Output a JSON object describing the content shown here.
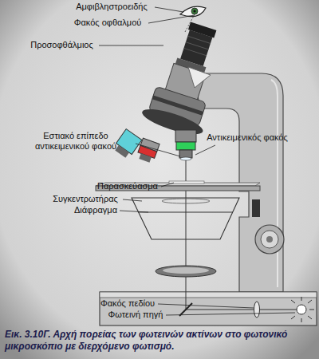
{
  "diagram": {
    "caption": "Εικ. 3.10Γ. Αρχή πορείας των φωτεινών ακτίνων στο φωτονικό μικροσκόπιο με διερχόμενο φωτισμό.",
    "labels": [
      "Αμφιβληστροειδής",
      "Φακός οφθαλμού",
      "Προσοφθάλμιος",
      "Εστιακό επίπεδο αντικειμενικού φακού",
      "Αντικειμενικός φακός",
      "Παρασκεύασμα",
      "Συγκεντρωτήρας",
      "Διάφραγμα",
      "Φακός πεδίου",
      "Φωτεινή πηγή"
    ]
  }
}
